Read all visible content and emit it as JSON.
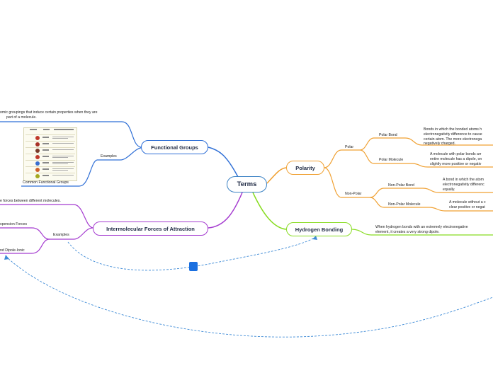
{
  "central": "Terms",
  "colors": {
    "central": "#3b82c4",
    "functional_groups": "#2f6fd6",
    "intermolecular": "#a53cd0",
    "polarity": "#f0a133",
    "hydrogen_bonding": "#88dc22",
    "relationship": "#3d8ad6"
  },
  "functional_groups": {
    "title": "Functional Groups",
    "definition_lines": [
      "omic groupings that induce certain properties when they are",
      "part of a molecule."
    ],
    "examples_label": "Examples",
    "image_caption": "Common Functional Groups"
  },
  "intermolecular": {
    "title": "Intermolecular Forces of Attraction",
    "definition": "e forces between different molecules.",
    "examples_label": "Examples",
    "example_items": [
      "xpension Forces",
      "nd Dipole-Ionic"
    ]
  },
  "polarity": {
    "title": "Polarity",
    "polar_label": "Polar",
    "polar_bond_label": "Polar Bond",
    "polar_bond_text": [
      "Bonds in which the bonded atoms h",
      "electronegativity difference to cause",
      "certain atom. The more electronega",
      "negatively charged."
    ],
    "polar_molecule_label": "Polar Molecule",
    "polar_molecule_text": [
      "A molecule with polar bonds arr",
      "entire molecule has a dipole, on",
      "slightly more positive or negativ"
    ],
    "nonpolar_label": "Non-Polar",
    "nonpolar_bond_label": "Non-Polar Bond",
    "nonpolar_bond_text": [
      "A bond in which the atom",
      "electronegativity differenc",
      "equally."
    ],
    "nonpolar_molecule_label": "Non-Polar Molecule",
    "nonpolar_molecule_text": [
      "A molecule without a c",
      "clear positive or negat"
    ]
  },
  "hydrogen_bonding": {
    "title": "Hydrogen Bonding",
    "text": [
      "When hydrogen bonds with an extremely electronegative",
      "element, it creates a very strong dipole."
    ]
  }
}
